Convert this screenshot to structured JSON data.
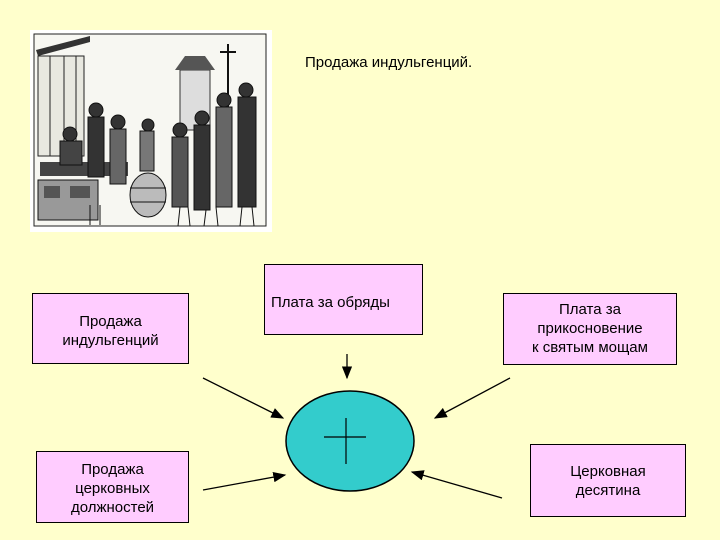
{
  "slide": {
    "title": "Продажа индульгенций."
  },
  "image": {
    "icon": "woodcut-indulgence-sale"
  },
  "nodes": {
    "indulgence": [
      "Продажа",
      "индульгенций"
    ],
    "rites": [
      "Плата за обряды"
    ],
    "relics": [
      "Плата за",
      "прикосновение",
      "к святым мощам"
    ],
    "offices": [
      "Продажа",
      "церковных",
      "должностей"
    ],
    "tithe": [
      "Церковная",
      "десятина"
    ]
  },
  "colors": {
    "background": "#ffffcc",
    "box_fill": "#ffccff",
    "church_fill": "#33cccc"
  }
}
